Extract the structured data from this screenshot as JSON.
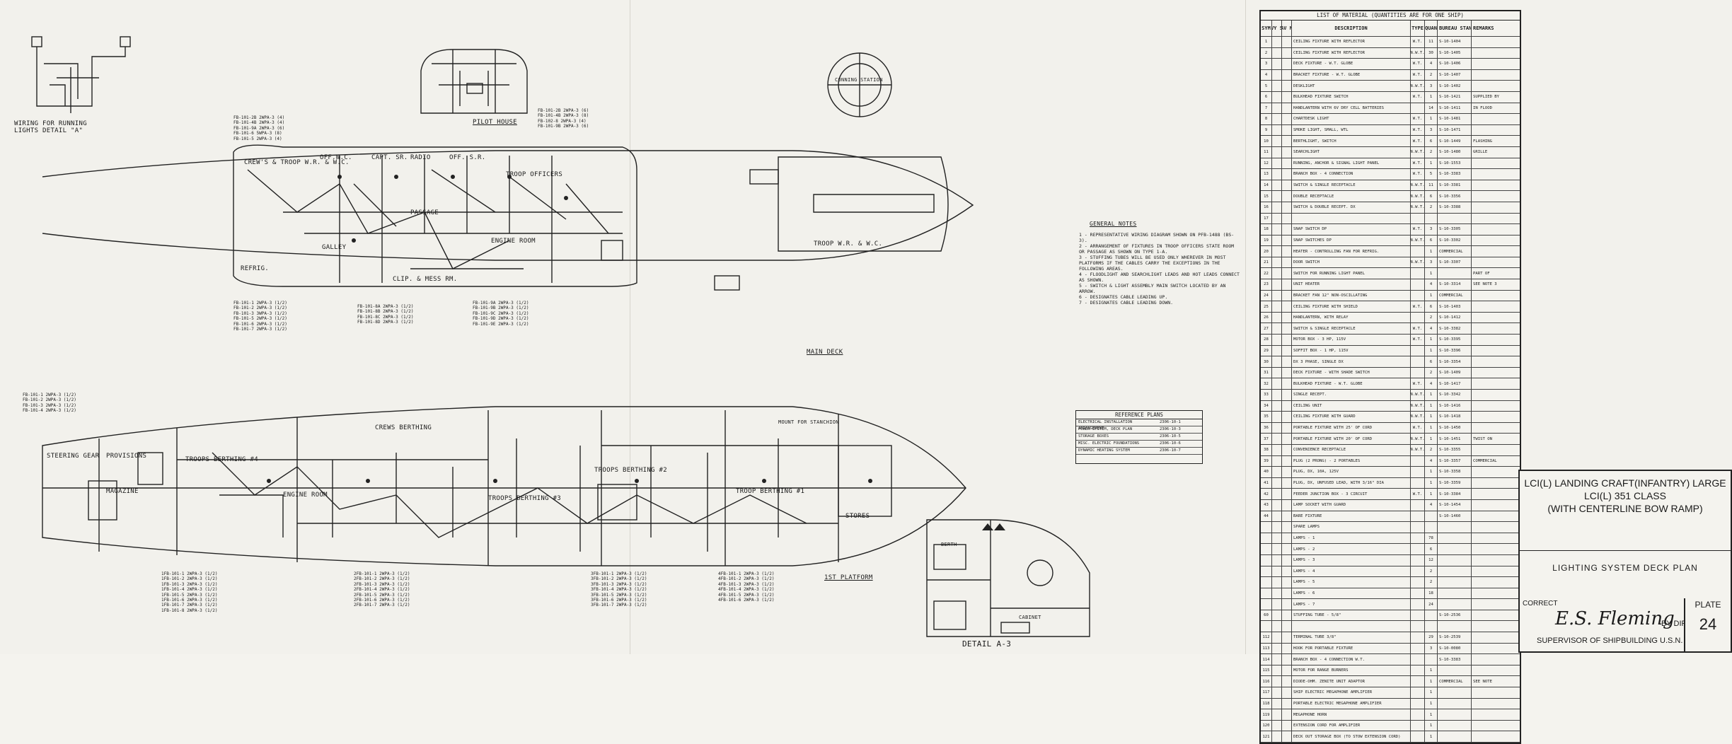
{
  "drawing": {
    "plan_titles": {
      "pilot_house": "PILOT HOUSE",
      "main_deck": "MAIN DECK",
      "first_platform": "1ST PLATFORM",
      "detail_a3": "DETAIL A-3",
      "detail_a": "WIRING FOR RUNNING LIGHTS DETAIL \"A\"",
      "conning_station": "CONNING STATION"
    },
    "compartments": {
      "crews_troop_wr": "CREW'S & TROOP W.R. & W.C.",
      "off_wc": "OFF.W.C.",
      "capt_sr": "CAPT. SR.",
      "radio": "RADIO",
      "off_sr": "OFF. S.R.",
      "troop_officers": "TROOP OFFICERS",
      "passage": "PASSAGE",
      "engine_room": "ENGINE ROOM",
      "galley": "GALLEY",
      "refrig": "REFRIG.",
      "clip_mess": "CLIP. & MESS RM.",
      "troop_wr": "TROOP W.R. & W.C.",
      "steering_gear": "STEERING GEAR",
      "provisions": "PROVISIONS",
      "magazine": "MAGAZINE",
      "troops_berthing_4": "TROOPS BERTHING #4",
      "crews_berthing": "CREWS BERTHING",
      "engine_room_lower": "ENGINE ROOM",
      "troops_berthing_3": "TROOPS BERTHING #3",
      "troops_berthing_2": "TROOPS BERTHING #2",
      "troop_berthing_1": "TROOP BERTHING #1",
      "stores": "STORES",
      "berth": "BERTH",
      "cabinet": "CABINET",
      "mount_for_stanchion": "MOUNT FOR STANCHION"
    },
    "general_notes": {
      "title": "GENERAL NOTES",
      "items": [
        "1 - REPRESENTATIVE WIRING DIAGRAM SHOWN ON PFB-1488 (BS-3).",
        "2 - ARRANGEMENT OF FIXTURES IN TROOP OFFICERS STATE ROOM OR PASSAGE AS SHOWN ON TYPE 1-A.",
        "3 - STUFFING TUBES WILL BE USED ONLY WHEREVER IN MOST PLATFORMS IF THE CABLES CARRY THE EXCEPTIONS IN THE FOLLOWING AREAS.",
        "4 - FLOODLIGHT AND SEARCHLIGHT LEADS AND HOT LEADS CONNECT AS SHOWN.",
        "5 - SWITCH & LIGHT ASSEMBLY MAIN SWITCH LOCATED BY AN ARROW.",
        "6 - DESIGNATES CABLE LEADING UP.",
        "7 - DESIGNATES CABLE LEADING DOWN."
      ]
    },
    "cable_lists": {
      "pilot_house": [
        "FB-101-2B  2WPA-3 (4)",
        "FB-101-4B  2WPA-3 (4)",
        "FB-101-9A  2WPA-3 (6)",
        "FB-101-6  5WPA-3 (8)",
        "FB-101-5  2WPA-3 (4)"
      ],
      "pilot_house_right": [
        "FB-101-2B  2WPA-3 (6)",
        "FB-101-4B  2WPA-3 (8)",
        "FB-102-8  2WPA-3 (4)",
        "FB-101-9B  2WPA-3 (6)"
      ],
      "main_aft": [
        "FB-101-1  2WPA-3 (1/2)",
        "FB-101-2  2WPA-3 (1/2)",
        "FB-101-3  3WPA-3 (1/2)",
        "FB-101-5  2WPA-3 (1/2)",
        "FB-101-6  2WPA-3 (1/2)",
        "FB-101-7  2WPA-3 (1/2)"
      ],
      "main_mid": [
        "FB-101-8A  2WPA-3 (1/2)",
        "FB-101-8B  2WPA-3 (1/2)",
        "FB-101-8C  2WPA-3 (1/2)",
        "FB-101-8D  2WPA-3 (1/2)"
      ],
      "main_fwd": [
        "FB-101-9A  2WPA-3 (1/2)",
        "FB-101-9B  2WPA-3 (1/2)",
        "FB-101-9C  2WPA-3 (1/2)",
        "FB-101-9D  2WPA-3 (1/2)",
        "FB-101-9E  2WPA-3 (1/2)"
      ],
      "platform_left": [
        "FB-101-1  2WPA-3 (1/2)",
        "FB-101-2  2WPA-3 (1/2)",
        "FB-101-3  2WPA-3 (1/2)",
        "FB-101-4  2WPA-3 (1/2)"
      ],
      "platform_aft": [
        "1FB-101-1  2WPA-3 (1/2)",
        "1FB-101-2  2WPA-3 (1/2)",
        "1FB-101-3  2WPA-3 (1/2)",
        "1FB-101-4  2WPA-3 (1/2)",
        "1FB-101-5  2WPA-3 (1/2)",
        "1FB-101-6  2WPA-3 (1/2)",
        "1FB-101-7  2WPA-3 (1/2)",
        "1FB-101-8  2WPA-3 (1/2)"
      ],
      "platform_mid": [
        "2FB-101-1  2WPA-3 (1/2)",
        "2FB-101-2  2WPA-3 (1/2)",
        "2FB-101-3  2WPA-3 (1/2)",
        "2FB-101-4  2WPA-3 (1/2)",
        "2FB-101-5  2WPA-3 (1/2)",
        "2FB-101-6  2WPA-3 (1/2)",
        "2FB-101-7  2WPA-3 (1/2)"
      ],
      "platform_fwd": [
        "3FB-101-1  2WPA-3 (1/2)",
        "3FB-101-2  2WPA-3 (1/2)",
        "3FB-101-3  2WPA-3 (1/2)",
        "3FB-101-4  2WPA-3 (1/2)",
        "3FB-101-5  2WPA-3 (1/2)",
        "3FB-101-6  2WPA-3 (1/2)",
        "3FB-101-7  2WPA-3 (1/2)"
      ],
      "bow": [
        "4FB-101-1  2WPA-3 (1/2)",
        "4FB-101-2  2WPA-3 (1/2)",
        "4FB-101-3  2WPA-3 (1/2)",
        "4FB-101-4  2WPA-3 (1/2)",
        "4FB-101-5  2WPA-3 (1/2)",
        "4FB-101-6  2WPA-3 (1/2)"
      ]
    },
    "reference_plans": {
      "title": "REFERENCE PLANS",
      "rows": [
        [
          "ELECTRICAL INSTALLATION ARRANGEMENT",
          "2306-10-1"
        ],
        [
          "POWER SYSTEM, DECK PLAN",
          "2306-10-3"
        ],
        [
          "STORAGE BOXES",
          "2306-10-5"
        ],
        [
          "MISC. ELECTRIC FOUNDATIONS",
          "2306-10-6"
        ],
        [
          "DYNAMIC HEATING SYSTEM",
          "2306-10-7"
        ]
      ]
    }
  },
  "material_table": {
    "caption": "LIST OF MATERIAL (QUANTITIES ARE FOR ONE SHIP)",
    "headers": [
      "SYM",
      "NAVY SYM",
      "NAV MK",
      "DESCRIPTION",
      "TYPE",
      "QUAN",
      "BUREAU STANDARD",
      "REMARKS"
    ],
    "rows": [
      [
        "1",
        "",
        "",
        "CEILING FIXTURE WITH REFLECTOR",
        "W.T.",
        "11",
        "S-10-1404",
        " "
      ],
      [
        "2",
        "",
        "",
        "CEILING FIXTURE WITH REFLECTOR",
        "N.W.T.",
        "30",
        "S-10-1405",
        " "
      ],
      [
        "3",
        "",
        "",
        "DECK FIXTURE - W.T. GLOBE",
        "W.T.",
        "4",
        "S-10-1406",
        " "
      ],
      [
        "4",
        "",
        "",
        "BRACKET FIXTURE - W.T. GLOBE",
        "W.T.",
        "2",
        "S-10-1407",
        " "
      ],
      [
        "5",
        "",
        "",
        "DESKLIGHT",
        "N.W.T.",
        "3",
        "S-10-1402",
        " "
      ],
      [
        "6",
        "",
        "",
        "BULKHEAD FIXTURE SWITCH",
        "W.T.",
        "1",
        "S-10-1421",
        "SUPPLIED BY"
      ],
      [
        "7",
        "",
        "",
        "HANDLANTERN WITH 6V DRY CELL BATTERIES",
        "",
        "14",
        "S-10-1411",
        "IN FLOOD"
      ],
      [
        "8",
        "",
        "",
        "CHARTDESK LIGHT",
        "W.T.",
        "1",
        "S-10-1481",
        " "
      ],
      [
        "9",
        "",
        "",
        "SMOKE LIGHT, SMALL, WTL",
        "W.T.",
        "3",
        "S-10-1471",
        " "
      ],
      [
        "10",
        "",
        "",
        "BERTHLIGHT, SWITCH",
        "W.T.",
        "6",
        "S-10-1449",
        "FLASHING"
      ],
      [
        "11",
        "",
        "",
        "SEARCHLIGHT",
        "N.W.T.",
        "2",
        "S-10-1480",
        "GRILLE"
      ],
      [
        "12",
        "",
        "",
        "RUNNING, ANCHOR & SIGNAL LIGHT PANEL",
        "W.T.",
        "1",
        "S-10-1553",
        " "
      ],
      [
        "13",
        "",
        "",
        "BRANCH BOX - 4 CONNECTION",
        "W.T.",
        "5",
        "S-10-3383",
        " "
      ],
      [
        "14",
        "",
        "",
        "SWITCH & SINGLE RECEPTACLE",
        "N.W.T.",
        "11",
        "S-10-3381",
        " "
      ],
      [
        "15",
        "",
        "",
        "DOUBLE RECEPTACLE",
        "N.W.T.",
        "6",
        "S-10-3356",
        " "
      ],
      [
        "16",
        "",
        "",
        "SWITCH & DOUBLE RECEPT. DX",
        "N.W.T.",
        "2",
        "S-10-3388",
        " "
      ],
      [
        "17",
        "",
        "",
        "",
        "",
        "",
        "",
        " "
      ],
      [
        "18",
        "",
        "",
        "SNAP SWITCH DP",
        "W.T.",
        "3",
        "S-10-3305",
        " "
      ],
      [
        "19",
        "",
        "",
        "SNAP SWITCHES DP",
        "N.W.T.",
        "6",
        "S-10-3302",
        " "
      ],
      [
        "20",
        "",
        "",
        "HEATER - CONTROLLING FAN FOR REFRIG.",
        "",
        "1",
        "COMMERCIAL",
        " "
      ],
      [
        "21",
        "",
        "",
        "DOOR SWITCH",
        "N.W.T.",
        "3",
        "S-10-3307",
        " "
      ],
      [
        "22",
        "",
        "",
        "SWITCH FOR RUNNING LIGHT PANEL",
        "",
        "1",
        "",
        "PART OF"
      ],
      [
        "23",
        "",
        "",
        "UNIT HEATER",
        "",
        "4",
        "S-10-3314",
        "SEE NOTE 3"
      ],
      [
        "24",
        "",
        "",
        "BRACKET FAN 12\" NON-OSCILLATING",
        "",
        "1",
        "COMMERCIAL",
        " "
      ],
      [
        "25",
        "",
        "",
        "CEILING FIXTURE WITH SHIELD",
        "W.T.",
        "6",
        "S-10-1403",
        " "
      ],
      [
        "26",
        "",
        "",
        "HANDLANTERN, WITH RELAY",
        "",
        "2",
        "S-10-1412",
        " "
      ],
      [
        "27",
        "",
        "",
        "SWITCH & SINGLE RECEPTACLE",
        "W.T.",
        "4",
        "S-10-3382",
        " "
      ],
      [
        "28",
        "",
        "",
        "MOTOR BOX - 3 HP, 115V",
        "W.T.",
        "1",
        "S-10-3395",
        " "
      ],
      [
        "29",
        "",
        "",
        "SOFFIT BOX - 1 HP, 115V",
        "",
        "1",
        "S-10-3396",
        " "
      ],
      [
        "30",
        "",
        "",
        "DX 3 PHASE, SINGLE DX",
        "",
        "6",
        "S-10-3354",
        " "
      ],
      [
        "31",
        "",
        "",
        "DECK FIXTURE - WITH SHADE SWITCH",
        "",
        "2",
        "S-10-1409",
        " "
      ],
      [
        "32",
        "",
        "",
        "BULKHEAD FIXTURE - W.T. GLOBE",
        "W.T.",
        "4",
        "S-10-1417",
        " "
      ],
      [
        "33",
        "",
        "",
        "SINGLE RECEPT.",
        "N.W.T.",
        "1",
        "S-10-3342",
        " "
      ],
      [
        "34",
        "",
        "",
        "CEILING UNIT",
        "N.W.T.",
        "1",
        "S-10-1416",
        " "
      ],
      [
        "35",
        "",
        "",
        "CEILING FIXTURE WITH GUARD",
        "N.W.T.",
        "1",
        "S-10-1418",
        " "
      ],
      [
        "36",
        "",
        "",
        "PORTABLE FIXTURE WITH 25' OF CORD",
        "W.T.",
        "1",
        "S-10-1450",
        " "
      ],
      [
        "37",
        "",
        "",
        "PORTABLE FIXTURE WITH 20' OF CORD",
        "N.W.T.",
        "1",
        "S-10-1451",
        "TWIST ON"
      ],
      [
        "38",
        "",
        "",
        "CONVENIENCE RECEPTACLE",
        "N.W.T.",
        "2",
        "S-10-3355",
        " "
      ],
      [
        "39",
        "",
        "",
        "PLUG (2 PRONG) - 2 PORTABLES",
        "",
        "4",
        "S-10-3357",
        "COMMERCIAL"
      ],
      [
        "40",
        "",
        "",
        "PLUG, DX, 10A, 125V",
        "",
        "1",
        "S-10-3358",
        " "
      ],
      [
        "41",
        "",
        "",
        "PLUG, DX, UNFUSED LEAD, WITH 3/16\" DIA",
        "",
        "1",
        "S-10-3359",
        " "
      ],
      [
        "42",
        "",
        "",
        "FEEDER JUNCTION BOX - 3 CIRCUIT",
        "W.T.",
        "1",
        "S-10-3384",
        " "
      ],
      [
        "43",
        "",
        "",
        "LAMP SOCKET WITH GUARD",
        "",
        "4",
        "S-10-1454",
        " "
      ],
      [
        "44",
        "",
        "",
        "BARE FIXTURE",
        "",
        "",
        "S-10-1460",
        " "
      ],
      [
        " ",
        "",
        "",
        "SPARE LAMPS",
        "",
        "",
        "",
        ""
      ],
      [
        " ",
        "",
        "",
        "LAMPS - 1",
        "",
        "78",
        "",
        ""
      ],
      [
        " ",
        "",
        "",
        "LAMPS - 2",
        "",
        "6",
        "",
        ""
      ],
      [
        " ",
        "",
        "",
        "LAMPS - 3",
        "",
        "12",
        "",
        ""
      ],
      [
        " ",
        "",
        "",
        "LAMPS - 4",
        "",
        "2",
        "",
        ""
      ],
      [
        " ",
        "",
        "",
        "LAMPS - 5",
        "",
        "2",
        "",
        ""
      ],
      [
        " ",
        "",
        "",
        "LAMPS - 6",
        "",
        "18",
        "",
        ""
      ],
      [
        " ",
        "",
        "",
        "LAMPS - 7",
        "",
        "24",
        "",
        ""
      ],
      [
        "60",
        "",
        "",
        "STUFFING TUBE - 5/8\"",
        "",
        "",
        "S-10-2536",
        ""
      ],
      [
        " ",
        "",
        "",
        "",
        "",
        "",
        "",
        ""
      ],
      [
        "112",
        "",
        "",
        "TERMINAL TUBE 3/8\"",
        "",
        "29",
        "S-10-2539",
        ""
      ],
      [
        "113",
        "",
        "",
        "HOOK FOR PORTABLE FIXTURE",
        "",
        "3",
        "S-10-0080",
        ""
      ],
      [
        "114",
        "",
        "",
        "BRANCH BOX - 4 CONNECTION  W.T.",
        "",
        "",
        "S-10-3383",
        ""
      ],
      [
        "115",
        "",
        "",
        "MOTOR FOR RANGE BURNERS",
        "",
        "1",
        "",
        ""
      ],
      [
        "116",
        "",
        "",
        "DIODE-OHM. ZENITE UNIT ADAPTOR",
        "",
        "1",
        "COMMERCIAL",
        "SEE NOTE"
      ],
      [
        "117",
        "",
        "",
        "SHIP ELECTRIC MEGAPHONE AMPLIFIER",
        "",
        "1",
        "",
        ""
      ],
      [
        "118",
        "",
        "",
        "PORTABLE ELECTRIC MEGAPHONE AMPLIFIER",
        "",
        "1",
        "",
        ""
      ],
      [
        "119",
        "",
        "",
        "MEGAPHONE HORN",
        "",
        "1",
        "",
        ""
      ],
      [
        "120",
        "",
        "",
        "EXTENSION CORD FOR AMPLIFIER",
        "",
        "1",
        "",
        ""
      ],
      [
        "121",
        "",
        "",
        "DECK OUT STORAGE BOX (TO STOW EXTENSION CORD)",
        "",
        "1",
        "",
        ""
      ]
    ]
  },
  "title_block": {
    "line1": "LCI(L) LANDING CRAFT(INFANTRY) LARGE",
    "line2": "LCI(L) 351 CLASS",
    "line3": "(WITH CENTERLINE BOW RAMP)",
    "plan_name": "LIGHTING SYSTEM   DECK PLAN",
    "correct_label": "CORRECT",
    "signature": "E.S. Fleming",
    "by_direction": "BY DIRECTION",
    "supervisor": "SUPERVISOR OF SHIPBUILDING U.S.N.",
    "plate_label": "PLATE",
    "plate_number": "24"
  }
}
